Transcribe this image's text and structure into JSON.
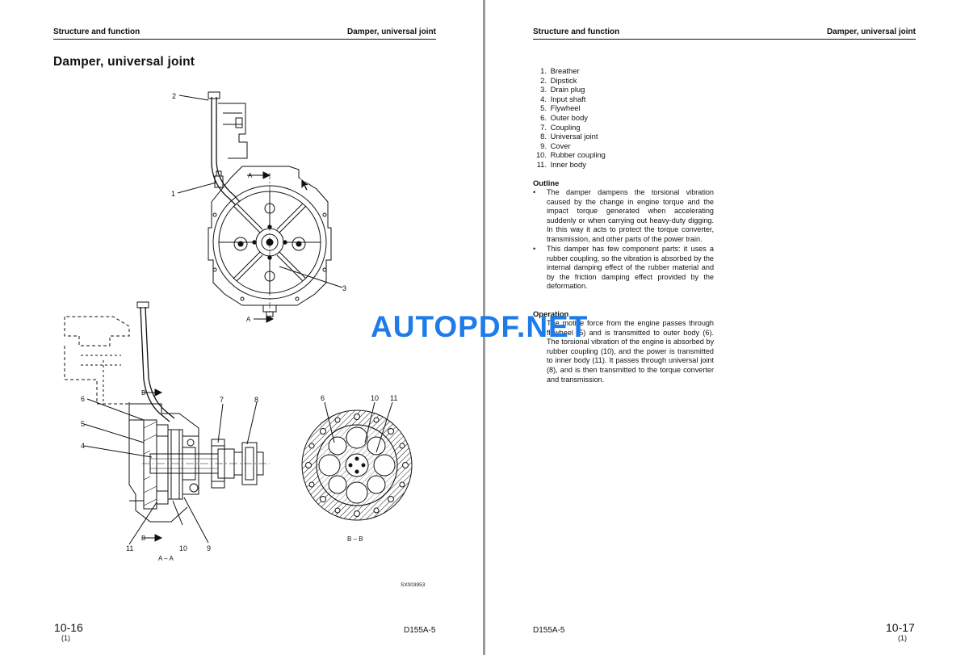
{
  "left_page": {
    "header_left": "Structure and function",
    "header_right": "Damper, universal joint",
    "title": "Damper, universal joint",
    "figure": {
      "callouts_top": [
        "2",
        "1",
        "3"
      ],
      "section_marks_top": [
        "A",
        "A"
      ],
      "callouts_side": [
        "6",
        "5",
        "4",
        "7",
        "8",
        "11",
        "10",
        "9"
      ],
      "section_marks_side": [
        "B",
        "B"
      ],
      "caption_aa": "A – A",
      "callouts_bb": [
        "6",
        "10",
        "11"
      ],
      "caption_bb": "B – B",
      "figure_code": "SX003953"
    },
    "page_number": "10-16",
    "page_sub": "(1)",
    "model": "D155A-5"
  },
  "right_page": {
    "header_left": "Structure and function",
    "header_right": "Damper, universal joint",
    "parts": [
      {
        "num": "1.",
        "label": "Breather"
      },
      {
        "num": "2.",
        "label": "Dipstick"
      },
      {
        "num": "3.",
        "label": "Drain plug"
      },
      {
        "num": "4.",
        "label": "Input shaft"
      },
      {
        "num": "5.",
        "label": "Flywheel"
      },
      {
        "num": "6.",
        "label": "Outer body"
      },
      {
        "num": "7.",
        "label": "Coupling"
      },
      {
        "num": "8.",
        "label": "Universal joint"
      },
      {
        "num": "9.",
        "label": "Cover"
      },
      {
        "num": "10.",
        "label": "Rubber coupling"
      },
      {
        "num": "11.",
        "label": "Inner body"
      }
    ],
    "outline_title": "Outline",
    "outline_bullets": [
      "The damper dampens the torsional vibration caused by the change in engine torque and the impact torque generated when accelerating suddenly or when carrying out heavy-duty digging. In this way it acts to protect the torque converter, transmission, and other parts of the power train.",
      "This damper has few component parts: it uses a rubber coupling, so the vibration is absorbed by the internal damping effect of the rubber material and by the friction damping effect provided by the deformation."
    ],
    "operation_title": "Operation",
    "operation_bullets": [
      "The motive force from the engine passes through flywheel (5) and is transmitted to outer body (6). The torsional vibration of the engine is absorbed by rubber coupling (10), and the power is transmitted to inner body (11). It passes through universal joint (8), and is then transmitted to the torque converter and transmission."
    ],
    "model": "D155A-5",
    "page_number": "10-17",
    "page_sub": "(1)"
  },
  "watermark": "AUTOPDF.NET",
  "colors": {
    "watermark": "#1e7bea",
    "viewer_bg": "#6e6e6e",
    "page": "#ffffff"
  }
}
